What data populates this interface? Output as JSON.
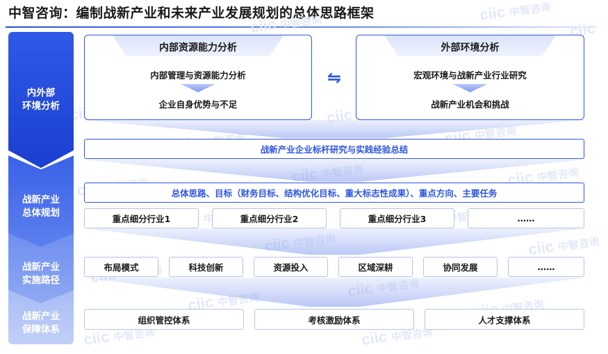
{
  "title": "中智咨询：编制战新产业和未来产业发展规划的总体思路框架",
  "watermark": {
    "latin": "ciic",
    "chinese": "中智咨询"
  },
  "left_segments": [
    "内外部\n环境分析",
    "战新产业\n总体规划",
    "战新产业\n实施路径",
    "战新产业\n保障体系"
  ],
  "internal": {
    "title": "内部资源能力分析",
    "line1": "内部管理与资源能力分析",
    "line2": "企业自身优势与不足"
  },
  "external": {
    "title": "外部环境分析",
    "line1": "宏观环境与战新产业行业研究",
    "line2": "战新产业机会和挑战"
  },
  "exchange_icon": "bidirectional-arrows-icon",
  "benchmark": "战新产业企业标杆研究与实践经验总结",
  "overall": "总体思路、目标（财务目标、结构优化目标、重大标志性成果）、重点方向、主要任务",
  "industries": [
    "重点细分行业1",
    "重点细分行业2",
    "重点细分行业3",
    "……"
  ],
  "paths": [
    "布局模式",
    "科技创新",
    "资源投入",
    "区域深耕",
    "协同发展",
    "……"
  ],
  "guarantees": [
    "组织管控体系",
    "考核激励体系",
    "人才支撑体系"
  ],
  "colors": {
    "primary": "#2e56e0",
    "dark": "#1b3fd0",
    "light": "#c1d0f8"
  }
}
